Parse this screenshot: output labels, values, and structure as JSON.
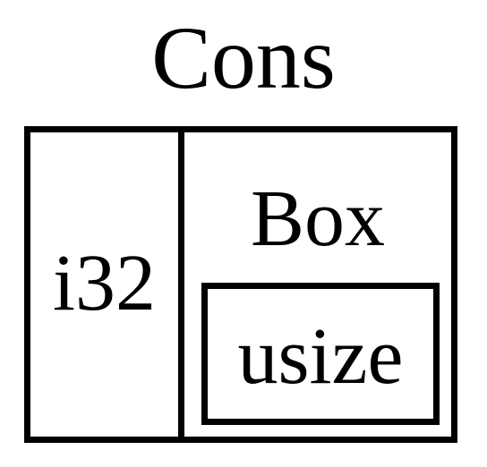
{
  "diagram": {
    "title": "Cons",
    "left_cell_label": "i32",
    "right_cell_label": "Box",
    "inner_box_label": "usize"
  }
}
